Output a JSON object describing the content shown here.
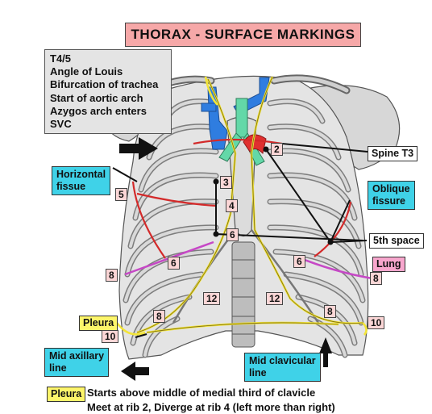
{
  "diagram": {
    "title": "THORAX - SURFACE MARKINGS",
    "info_box_lines": [
      "T4/5",
      "Angle of Louis",
      "Bifurcation of trachea",
      "Start of aortic arch",
      "Azygos arch enters",
      "SVC"
    ],
    "labels": {
      "spine_t3": "Spine T3",
      "horizontal_fissue": [
        "Horizontal",
        "fissue"
      ],
      "oblique_fissure": [
        "Oblique",
        "fissure"
      ],
      "fifth_space": "5th space",
      "lung": "Lung",
      "pleura": "Pleura",
      "mid_axillary_line": [
        "Mid axillary",
        "line"
      ],
      "mid_clavicular_line": [
        "Mid clavicular",
        "line"
      ]
    },
    "rib_numbers": {
      "n2": "2",
      "n3": "3",
      "n4": "4",
      "n5": "5",
      "n6_center": "6",
      "n6_left": "6",
      "n6_right": "6",
      "n8_far_left": "8",
      "n8_lower_left": "8",
      "n8_far_right": "8",
      "n8_lower_right": "8",
      "n10_left": "10",
      "n10_right": "10",
      "n12_left": "12",
      "n12_right": "12"
    },
    "caption": {
      "tag": "Pleura",
      "line1": "Starts above middle of medial third of clavicle",
      "line2": "Meet at rib 2, Diverge at rib 4 (left more than right)"
    },
    "colors": {
      "title_bg": "#f6a8a8",
      "info_bg": "#e4e4e4",
      "label_cyan": "#3fd2e8",
      "label_yellow": "#fdf56a",
      "label_pink": "#f7a6cd",
      "rib_number_bg": "#fbd6d6",
      "pleura_line": "#f2e438",
      "fissure_line": "#d32a2a",
      "lung_line": "#c648c6",
      "vein": "#2f7de0",
      "trachea": "#63d8a8",
      "aorta": "#e03030",
      "bone": "#c9c9c9"
    }
  }
}
